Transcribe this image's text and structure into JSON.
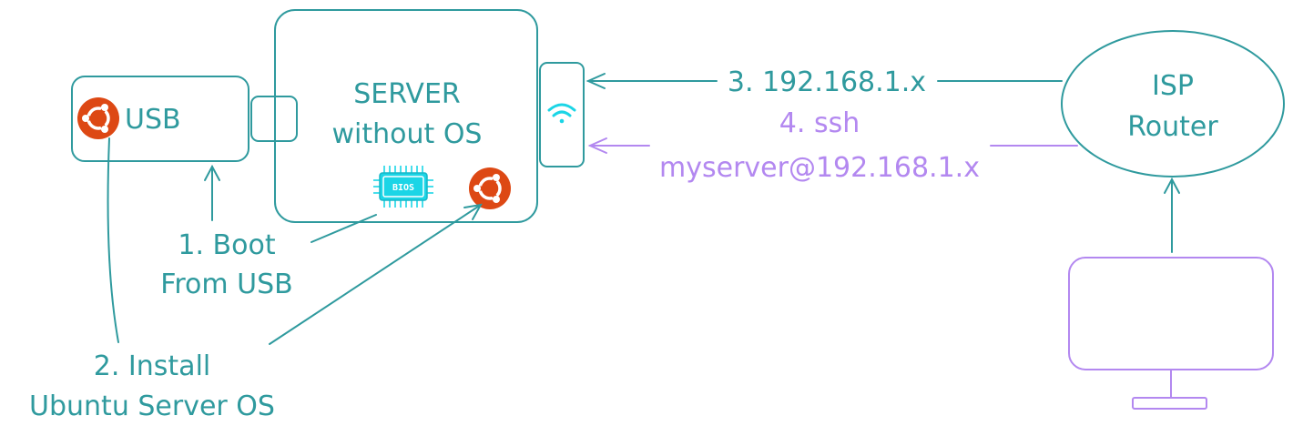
{
  "colors": {
    "teal": "#2f9a9e",
    "purple": "#b388f0",
    "ubuntu_orange": "#dd4814",
    "wifi_cyan": "#1bd5e6",
    "bios_cyan": "#1bd5e6"
  },
  "usb": {
    "label": "USB",
    "icon": "ubuntu-logo-icon"
  },
  "server": {
    "line1": "SERVER",
    "line2": "without OS",
    "chip_label": "BIOS",
    "chip_icon": "bios-chip-icon",
    "os_icon": "ubuntu-logo-icon",
    "nic_icon": "wifi-icon"
  },
  "router": {
    "line1": "ISP",
    "line2": "Router"
  },
  "steps": {
    "boot_line1": "1. Boot",
    "boot_line2": "From USB",
    "install_line1": "2. Install",
    "install_line2": "Ubuntu Server OS",
    "ip": "3. 192.168.1.x",
    "ssh_line1": "4. ssh",
    "ssh_line2": "myserver@192.168.1.x"
  },
  "client": {
    "icon": "monitor-icon"
  }
}
